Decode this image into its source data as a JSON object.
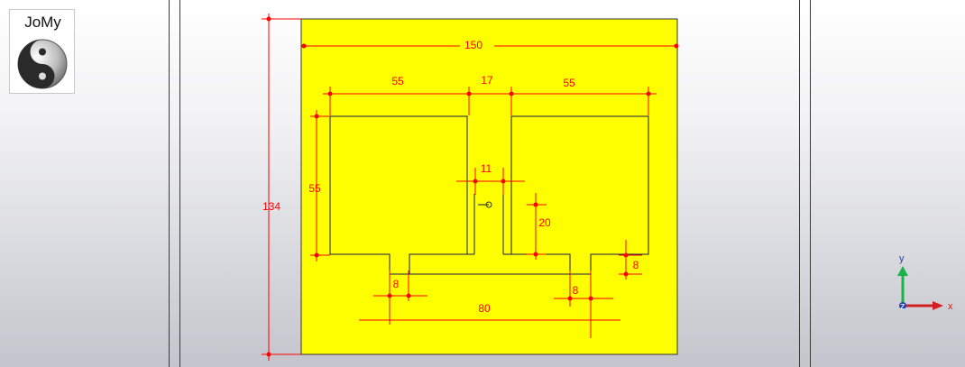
{
  "logo": {
    "text": "JoMy",
    "icon": "yin-yang-icon"
  },
  "dimensions": {
    "overall_width": "150",
    "overall_height": "134",
    "left_patch_width": "55",
    "gap_width": "17",
    "right_patch_width": "55",
    "patch_height": "55",
    "feed_gap": "11",
    "feed_length": "20",
    "left_stub_width": "8",
    "right_stub_width": "8",
    "right_stub_height": "8",
    "feed_line_length": "80"
  },
  "axes": {
    "y_label": "y",
    "z_label": "z",
    "x_label": "x"
  },
  "colors": {
    "substrate": "#ffff00",
    "dimension": "#ff0000",
    "outline": "#1a1a4a",
    "axis_y": "#19b34a",
    "axis_x": "#d22020",
    "axis_z": "#2a40b0"
  }
}
